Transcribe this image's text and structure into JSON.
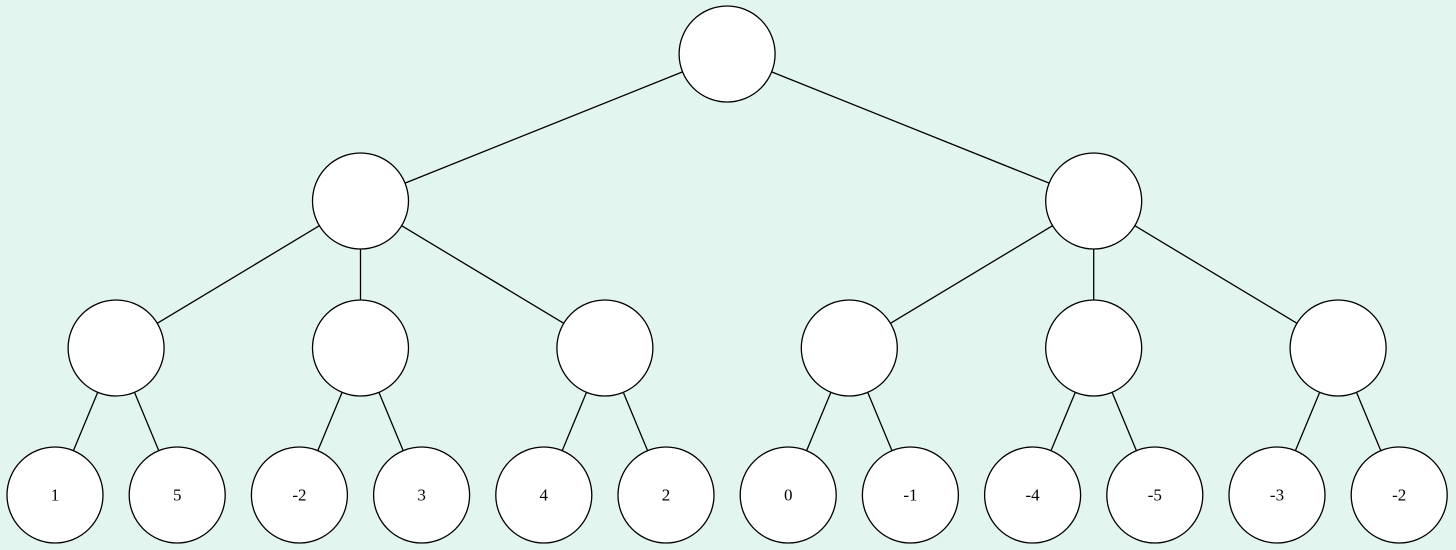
{
  "tree": {
    "background_color": "#e3f5ef",
    "node_fill": "#ffffff",
    "stroke_color": "#000000",
    "root": {
      "label": "",
      "children": [
        {
          "label": "",
          "children": [
            {
              "label": "",
              "children": [
                {
                  "label": "1"
                },
                {
                  "label": "5"
                }
              ]
            },
            {
              "label": "",
              "children": [
                {
                  "label": "-2"
                },
                {
                  "label": "3"
                }
              ]
            },
            {
              "label": "",
              "children": [
                {
                  "label": "4"
                },
                {
                  "label": "2"
                }
              ]
            }
          ]
        },
        {
          "label": "",
          "children": [
            {
              "label": "",
              "children": [
                {
                  "label": "0"
                },
                {
                  "label": "-1"
                }
              ]
            },
            {
              "label": "",
              "children": [
                {
                  "label": "-4"
                },
                {
                  "label": "-5"
                }
              ]
            },
            {
              "label": "",
              "children": [
                {
                  "label": "-3"
                },
                {
                  "label": "-2"
                }
              ]
            }
          ]
        }
      ]
    }
  }
}
